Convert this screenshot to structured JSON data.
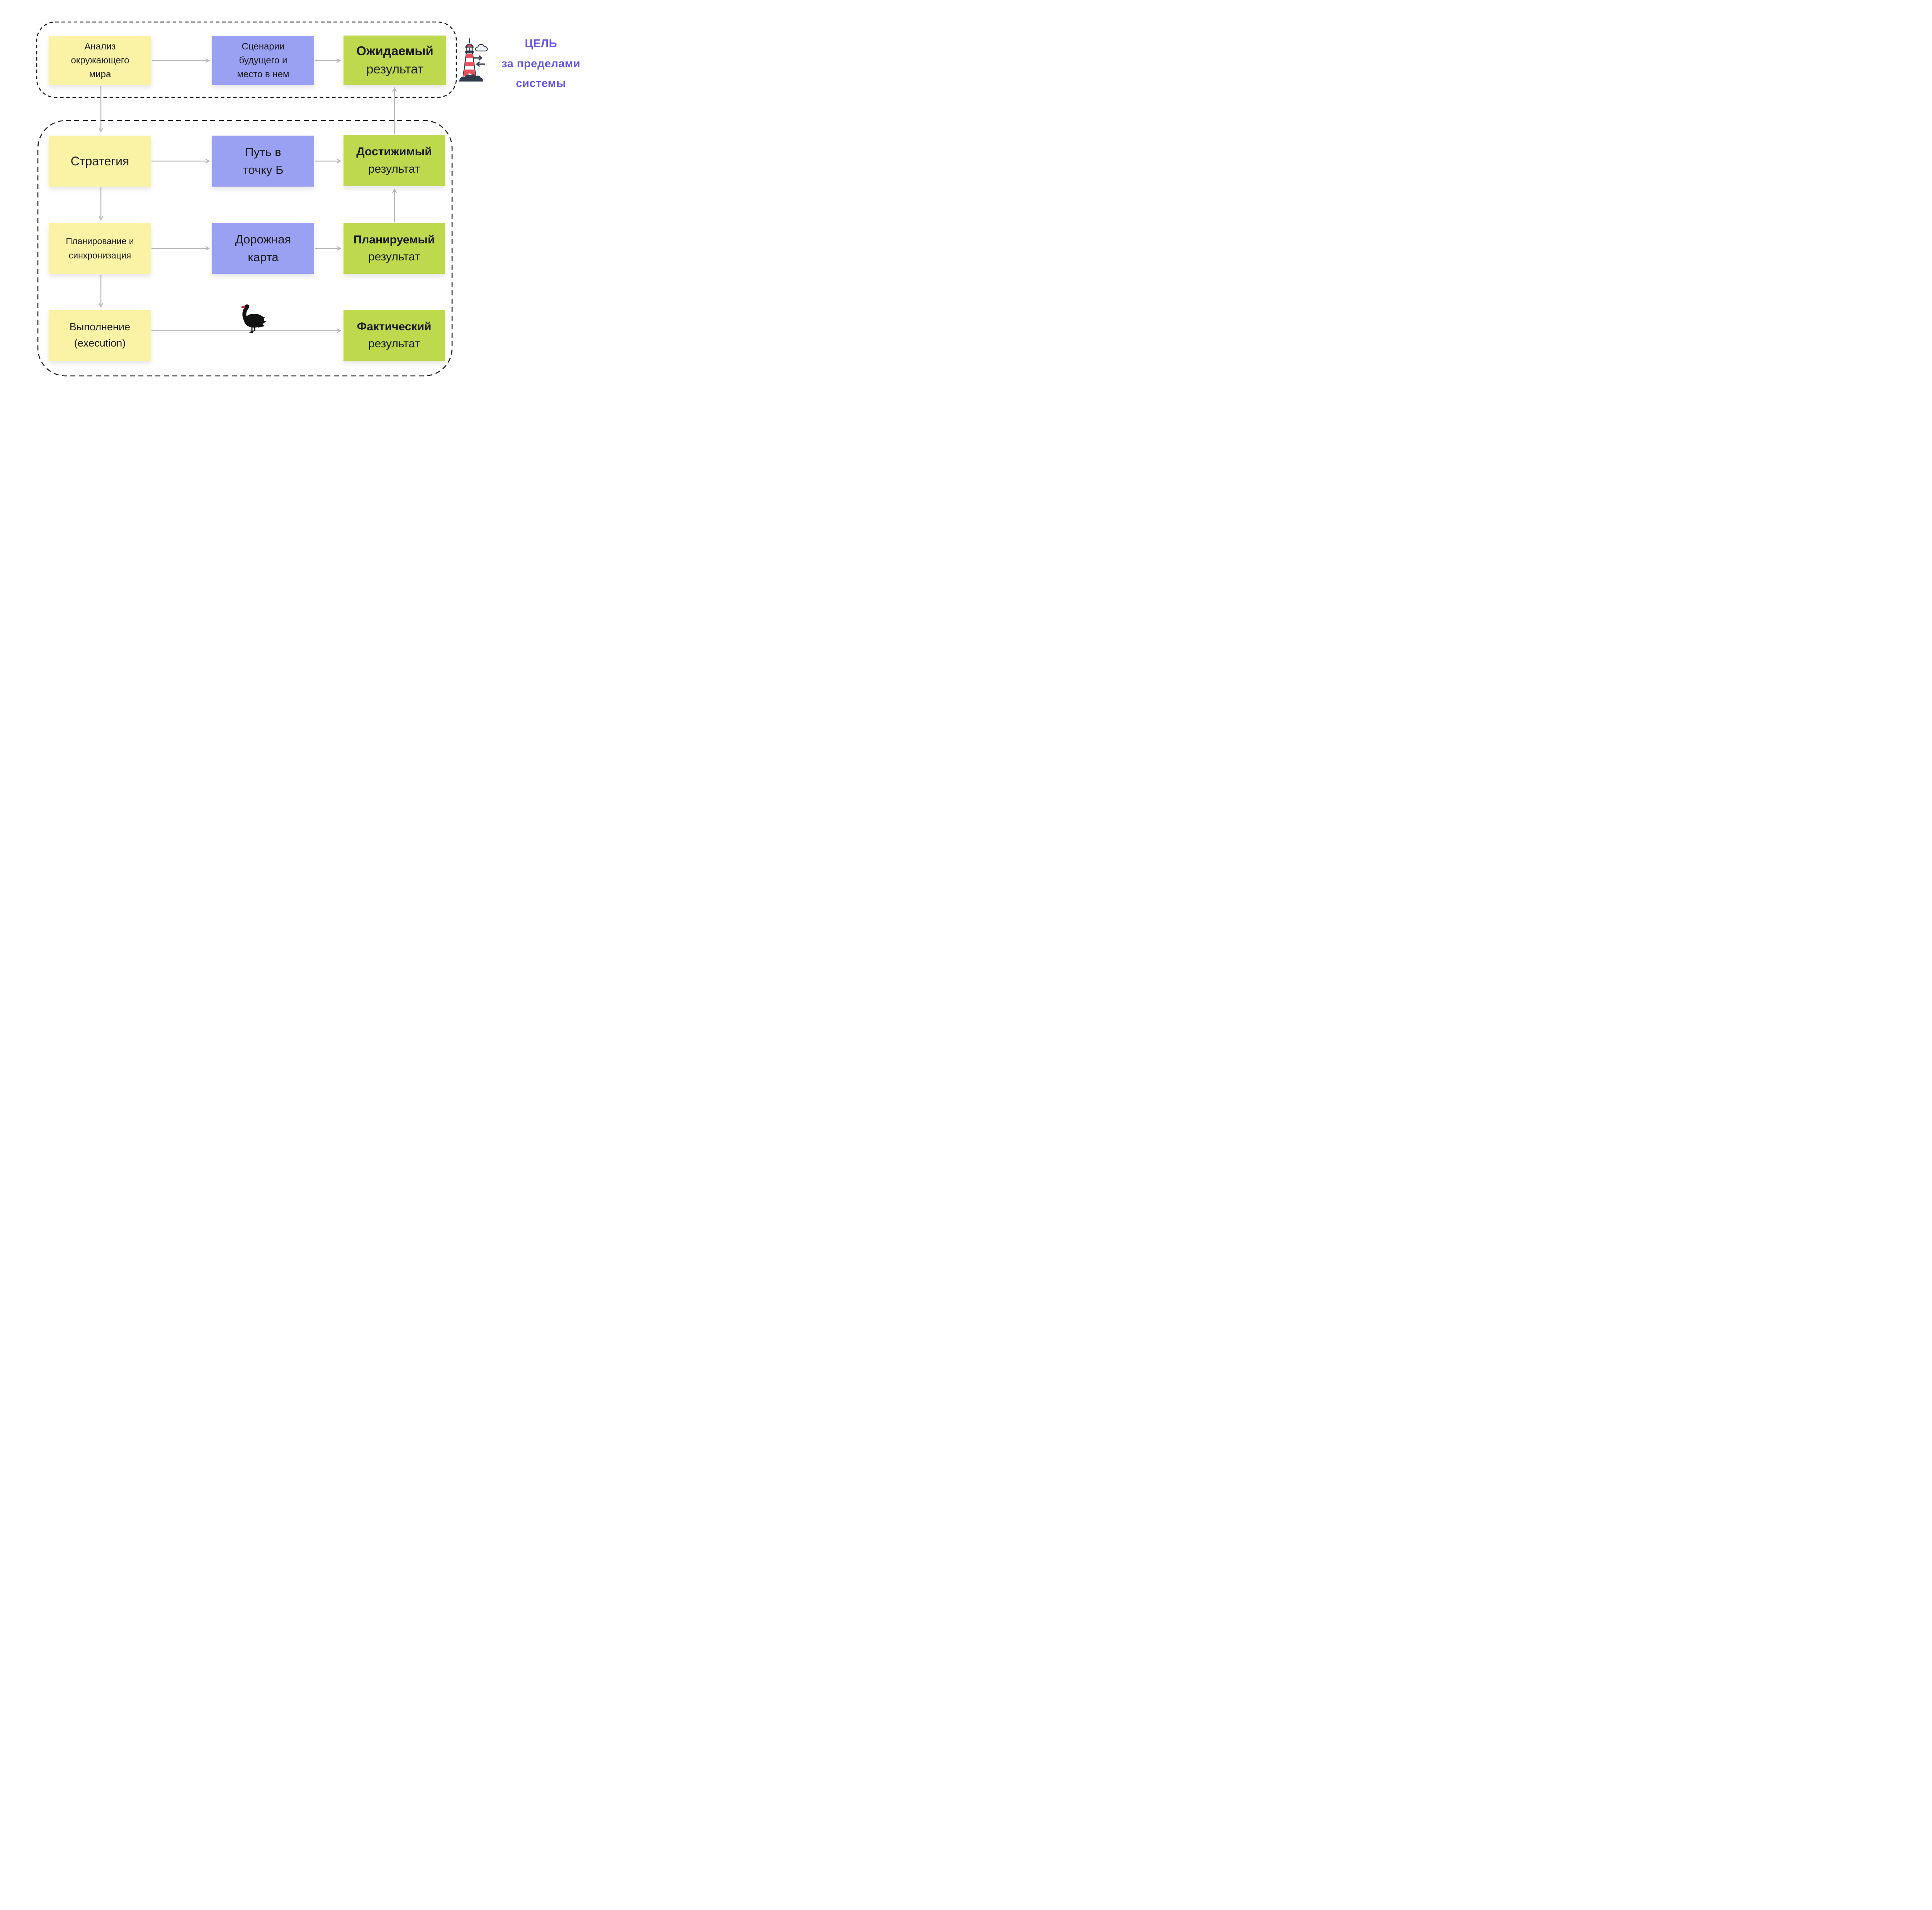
{
  "colors": {
    "bg": "#ffffff",
    "yellow": "#faf3a6",
    "purple": "#9aa0f2",
    "green": "#bfd94f",
    "arrow": "#b9b9b9",
    "dash": "#1c1c1c",
    "goal": "#6857e6",
    "ink": "#1b1b1b",
    "lighthouse_red": "#e8505b",
    "lighthouse_dark": "#2f3a4a",
    "swan_black": "#121212",
    "swan_beak": "#d6263e"
  },
  "boxes": {
    "analysis": {
      "text": "Анализ\nокружающего\nмира"
    },
    "scenarios": {
      "text": "Сценарии\nбудущего и\nместо в нем"
    },
    "expected": {
      "strong": "Ожидаемый",
      "rest": "результат"
    },
    "strategy": {
      "text": "Стратегия"
    },
    "path_to_b": {
      "text": "Путь в\nточку Б"
    },
    "achievable": {
      "strong": "Достижимый",
      "rest": "результат"
    },
    "planning": {
      "text": "Планирование и\nсинхронизация"
    },
    "roadmap": {
      "text": "Дорожная\nкарта"
    },
    "planned": {
      "strong": "Планируемый",
      "rest": "результат"
    },
    "execution": {
      "text": "Выполнение\n(execution)"
    },
    "actual": {
      "strong": "Фактический",
      "rest": "результат"
    }
  },
  "goal_note": {
    "text": "ЦЕЛЬ\nза пределами\nсистемы"
  },
  "icons": {
    "lighthouse": "lighthouse-icon",
    "cloud": "cloud-icon",
    "swap_arrows": "swap-arrows-icon",
    "black_swan": "black-swan-icon"
  }
}
